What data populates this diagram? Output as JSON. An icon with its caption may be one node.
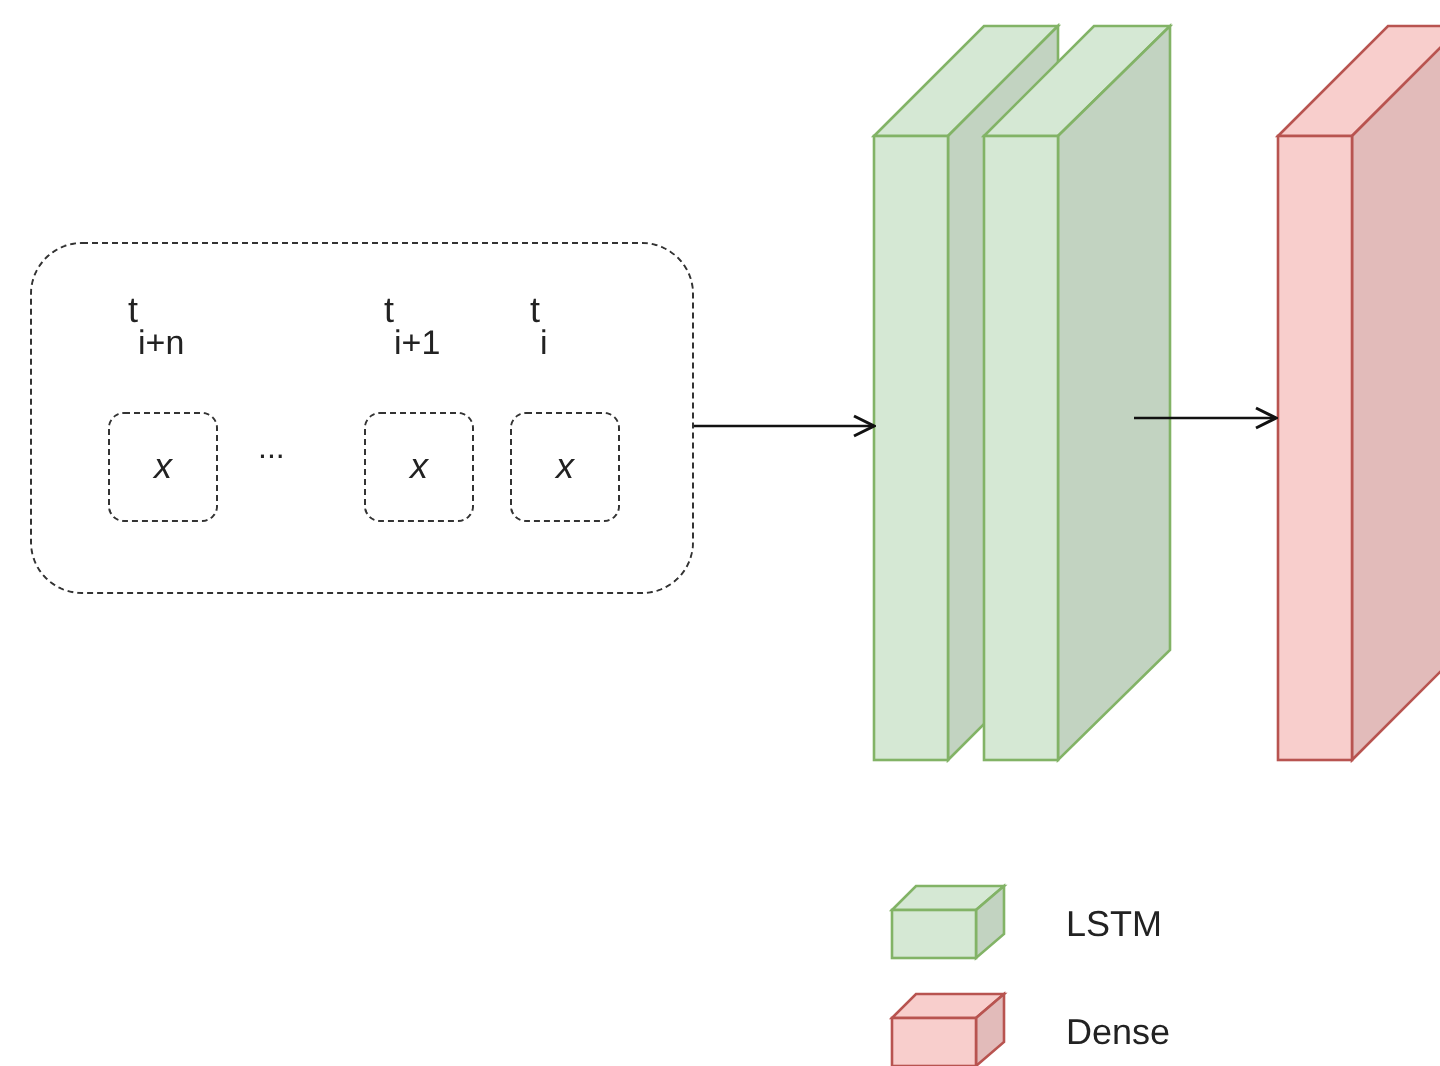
{
  "diagram": {
    "nodes": [
      {
        "text": [],
        "shape": "box"
      },
      {
        "text": [
          "t$_{i+n}$",
          "x"
        ],
        "in": 0
      },
      {
        "text": [
          "t$_{i+1}$",
          "x"
        ],
        "in": 0
      },
      {
        "text": [
          "t$_{i}$",
          "x"
        ],
        "in": 0
      },
      {
        "text": [],
        "shape": "box"
      },
      {
        "text": [],
        "shape": "box"
      },
      {
        "text": [],
        "shape": "box"
      }
    ],
    "edges": [
      {
        "from": 0,
        "to": 4,
        "arrow": "to"
      },
      {
        "from": 5,
        "to": 6,
        "arrow": "to"
      }
    ],
    "labels": [
      "..."
    ],
    "legend": [
      {
        "text": "LSTM",
        "color": "#d5e8d4"
      },
      {
        "text": "Dense",
        "color": "#f8cecc"
      }
    ]
  }
}
